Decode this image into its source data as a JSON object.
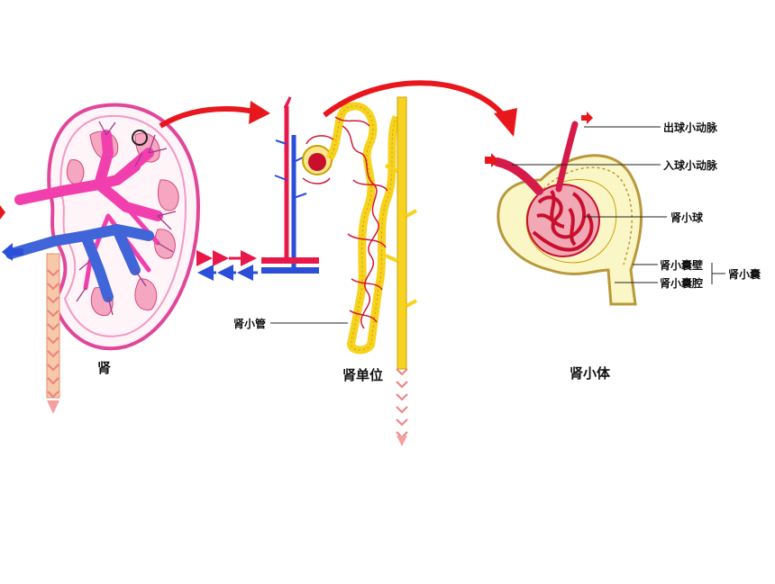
{
  "captions": {
    "kidney": "肾",
    "nephron": "肾单位",
    "renal_corpuscle": "肾小体"
  },
  "labels": {
    "renal_tubule": "肾小管",
    "efferent_arteriole": "出球小动脉",
    "afferent_arteriole": "入球小动脉",
    "glomerulus": "肾小球",
    "capsule_wall": "肾小囊壁",
    "capsule_cavity": "肾小囊腔",
    "renal_capsule": "肾小囊"
  },
  "colors": {
    "artery": "#e8194a",
    "vein": "#2b4fd8",
    "kidney_outline": "#e0479a",
    "renal_artery": "#f23fae",
    "tubule": "#f7d21e",
    "tubule_outline": "#c9a007",
    "urine_arrow": "#f5a0a0",
    "capsule_fill": "#fbf6c6",
    "big_arrow": "#e8171d"
  }
}
